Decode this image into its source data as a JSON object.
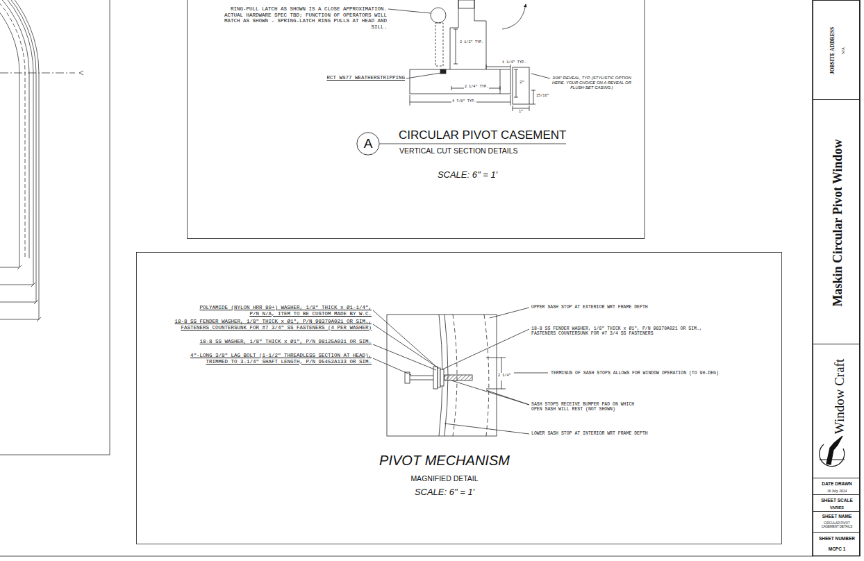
{
  "diagram": {
    "nodes": [
      {
        "text": [
          "A"
        ]
      },
      {
        "text": [
          "JOBSITE ADDRESS",
          "N/A"
        ]
      },
      {
        "text": [
          "Maskin Circular Pivot Window"
        ]
      },
      {
        "text": [
          "Window Craft"
        ]
      },
      {
        "text": [
          "DATE DRAWN",
          "16 July 2024"
        ]
      },
      {
        "text": [
          "SHEET SCALE",
          "VARIES"
        ]
      },
      {
        "text": [
          "SHEET NAME",
          "CIRCULAR PIVOT CASEMENT DETAILS"
        ]
      },
      {
        "text": [
          "SHEET NUMBER",
          "MCPC 1"
        ]
      }
    ],
    "labels": [
      "RING-PULL LATCH AS SHOWN IS A CLOSE APPROXIMATION. ACTUAL HARDWARE SPEC TBD; FUNCTION OF OPERATORS WILL MATCH AS SHOWN - SPRING-LATCH RING PULLS AT HEAD AND SILL.",
      "2 1/2\" TYP.",
      "1 1/4\" TYP.",
      "3/16\" REVEAL, TYP. (STYLISTIC OPTION HERE. YOUR CHOICE ON A REVEAL OR FLUSH-SET CASING.)",
      "RCT WS77 WEATHERSTRIPPING",
      "2 1/4\" TYP.",
      "2\"",
      "15/16\"",
      "4 7/8\" TYP.",
      "1\"",
      "CIRCULAR PIVOT CASEMENT",
      "VERTICAL CUT SECTION DETAILS",
      "SCALE: 6\" = 1'",
      "POLYAMIDE (NYLON HRR 80+) WASHER, 1/8\" THICK x Ø1-1/4\", P/N N/A, ITEM TO BE CUSTOM MADE BY W.C.",
      "UPPER SASH STOP AT EXTERIOR WRT FRAME DEPTH",
      "18-8 SS FENDER WASHER, 1/8\" THICK x Ø1\", P/N 98370A021 OR SIM., FASTENERS COUNTERSUNK FOR #7 3/4\" SS FASTENERS (4 PER WASHER)",
      "18-8 SS FENDER WASHER, 1/8\" THICK x Ø1\", P/N 98370A021 OR SIM., FASTENERS COUNTERSUNK FOR #7 3/4 SS FASTENERS",
      "18-8 SS WASHER, 1/8\" THICK x Ø1\", P/N 98125A031 OR SIM.",
      "4\"-LONG 3/8\" LAG BOLT (1-1/2\" THREADLESS SECTION AT HEAD), TRIMMED TO 3-1/4\" SHAFT LENGTH, P/N 95452A133 OR SIM.",
      "2 1/4\"",
      "TERMINUS OF SASH STOPS ALLOWS FOR WINDOW OPERATION (TO 90-DEG)",
      "SASH STOPS RECEIVE BUMPER PAD ON WHICH OPEN SASH WILL REST (NOT SHOWN)",
      "LOWER SASH STOP AT INTERIOR WRT FRAME DEPTH",
      "PIVOT MECHANISM",
      "MAGNIFIED DETAIL",
      "SCALE: 6\" = 1'"
    ]
  }
}
